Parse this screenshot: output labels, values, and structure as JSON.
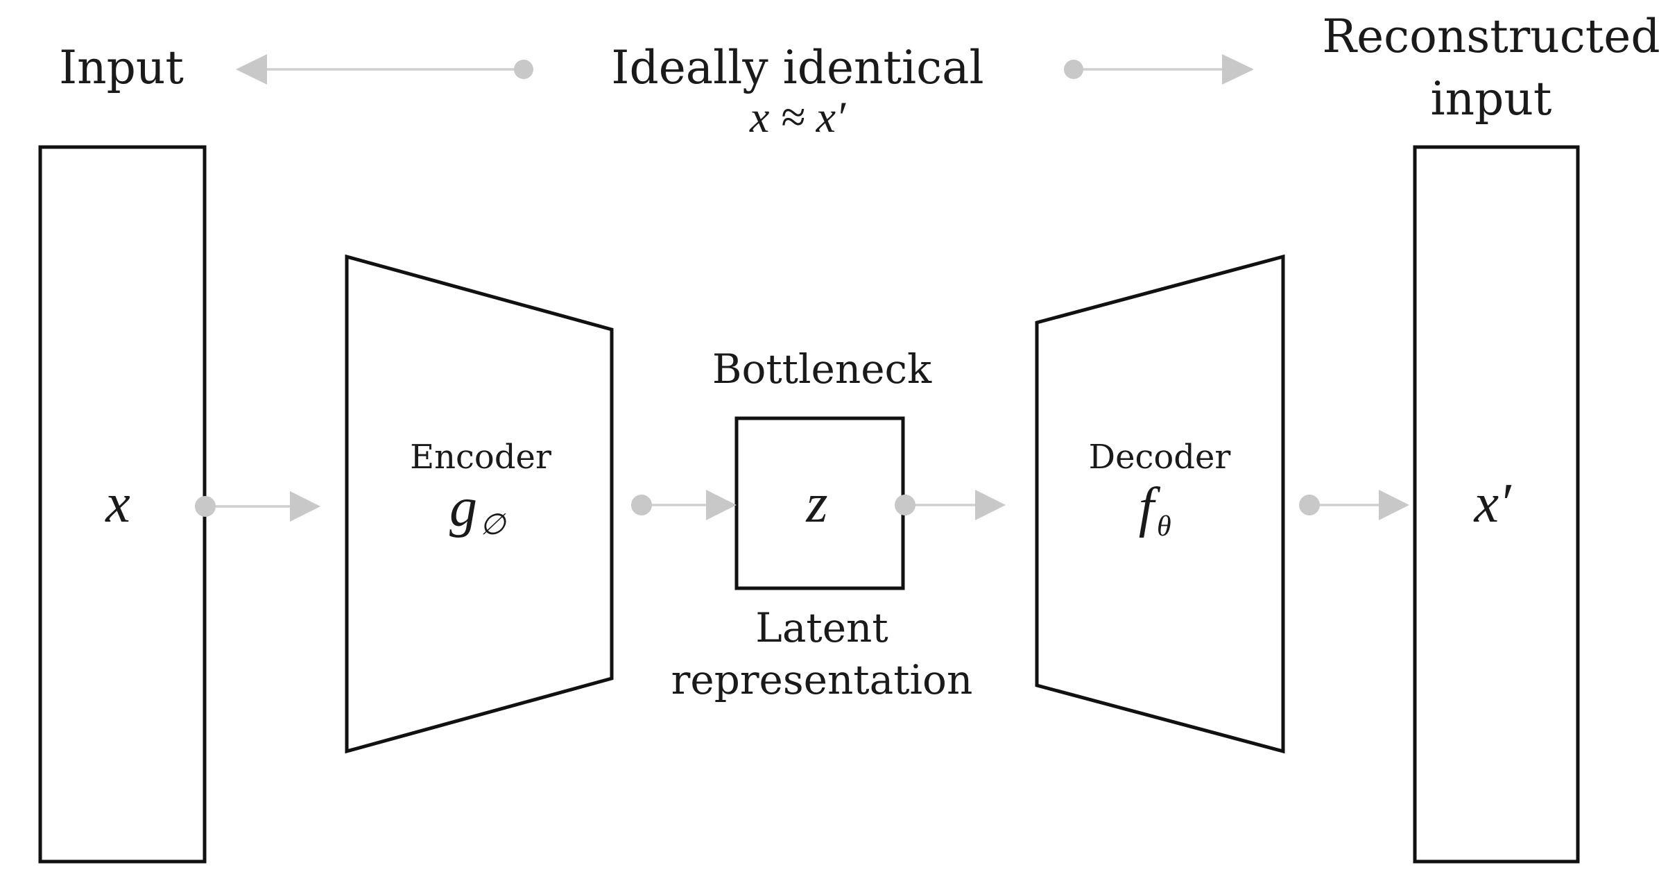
{
  "labels": {
    "input": "Input",
    "ideally_identical": "Ideally identical",
    "approx_formula": "x ≈ x′",
    "reconstructed_line1": "Reconstructed",
    "reconstructed_line2": "input",
    "bottleneck": "Bottleneck",
    "latent_line1": "Latent",
    "latent_line2": "representation",
    "encoder": "Encoder",
    "decoder": "Decoder"
  },
  "symbols": {
    "x": "x",
    "encoder_fn": "g",
    "encoder_param": "∅",
    "z": "z",
    "decoder_fn": "f",
    "decoder_param": "θ",
    "x_prime": "x′"
  },
  "colors": {
    "stroke": "#111111",
    "connector": "#c8c8c8",
    "text": "#1a1a1a"
  }
}
